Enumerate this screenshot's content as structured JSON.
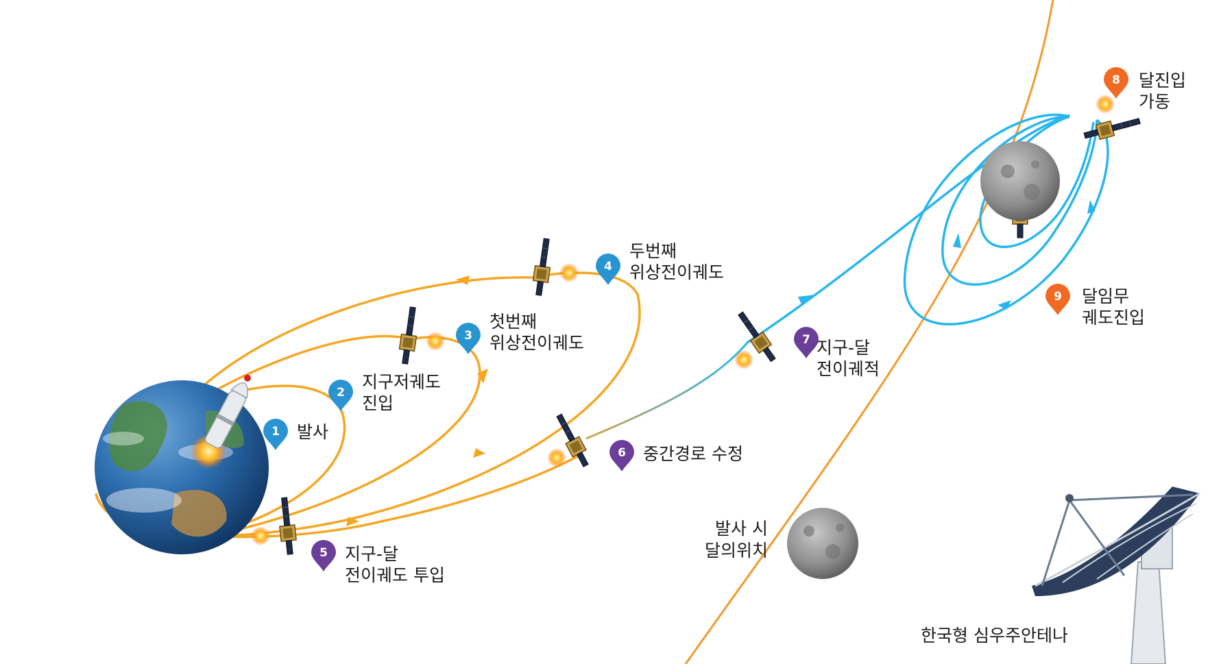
{
  "colors": {
    "earth_orbit": "#f5a623",
    "transfer_path": "#29b6ec",
    "moon_orbit": "#f29a2e",
    "marker_blue": "#2a93d2",
    "marker_purple": "#6a3e99",
    "marker_orange": "#f06a24"
  },
  "steps": [
    {
      "num": "1",
      "lines": [
        "발사"
      ],
      "marker": "blue"
    },
    {
      "num": "2",
      "lines": [
        "지구저궤도",
        "진입"
      ],
      "marker": "blue"
    },
    {
      "num": "3",
      "lines": [
        "첫번째",
        "위상전이궤도"
      ],
      "marker": "blue"
    },
    {
      "num": "4",
      "lines": [
        "두번째",
        "위상전이궤도"
      ],
      "marker": "blue"
    },
    {
      "num": "5",
      "lines": [
        "지구-달",
        "전이궤도 투입"
      ],
      "marker": "purple"
    },
    {
      "num": "6",
      "lines": [
        "중간경로 수정"
      ],
      "marker": "purple"
    },
    {
      "num": "7",
      "lines": [
        "지구-달",
        "전이궤적"
      ],
      "marker": "purple"
    },
    {
      "num": "8",
      "lines": [
        "달진입",
        "가동"
      ],
      "marker": "orange"
    },
    {
      "num": "9",
      "lines": [
        "달임무",
        "궤도진입"
      ],
      "marker": "orange"
    }
  ],
  "moon_at_launch": {
    "lines": [
      "발사 시",
      "달의위치"
    ]
  },
  "antenna": {
    "label": "한국형 심우주안테나"
  },
  "icons": {
    "earth": "earth-globe-icon",
    "rocket": "rocket-icon",
    "satellite": "satellite-icon",
    "moon": "moon-icon",
    "antenna": "dish-antenna-icon"
  }
}
